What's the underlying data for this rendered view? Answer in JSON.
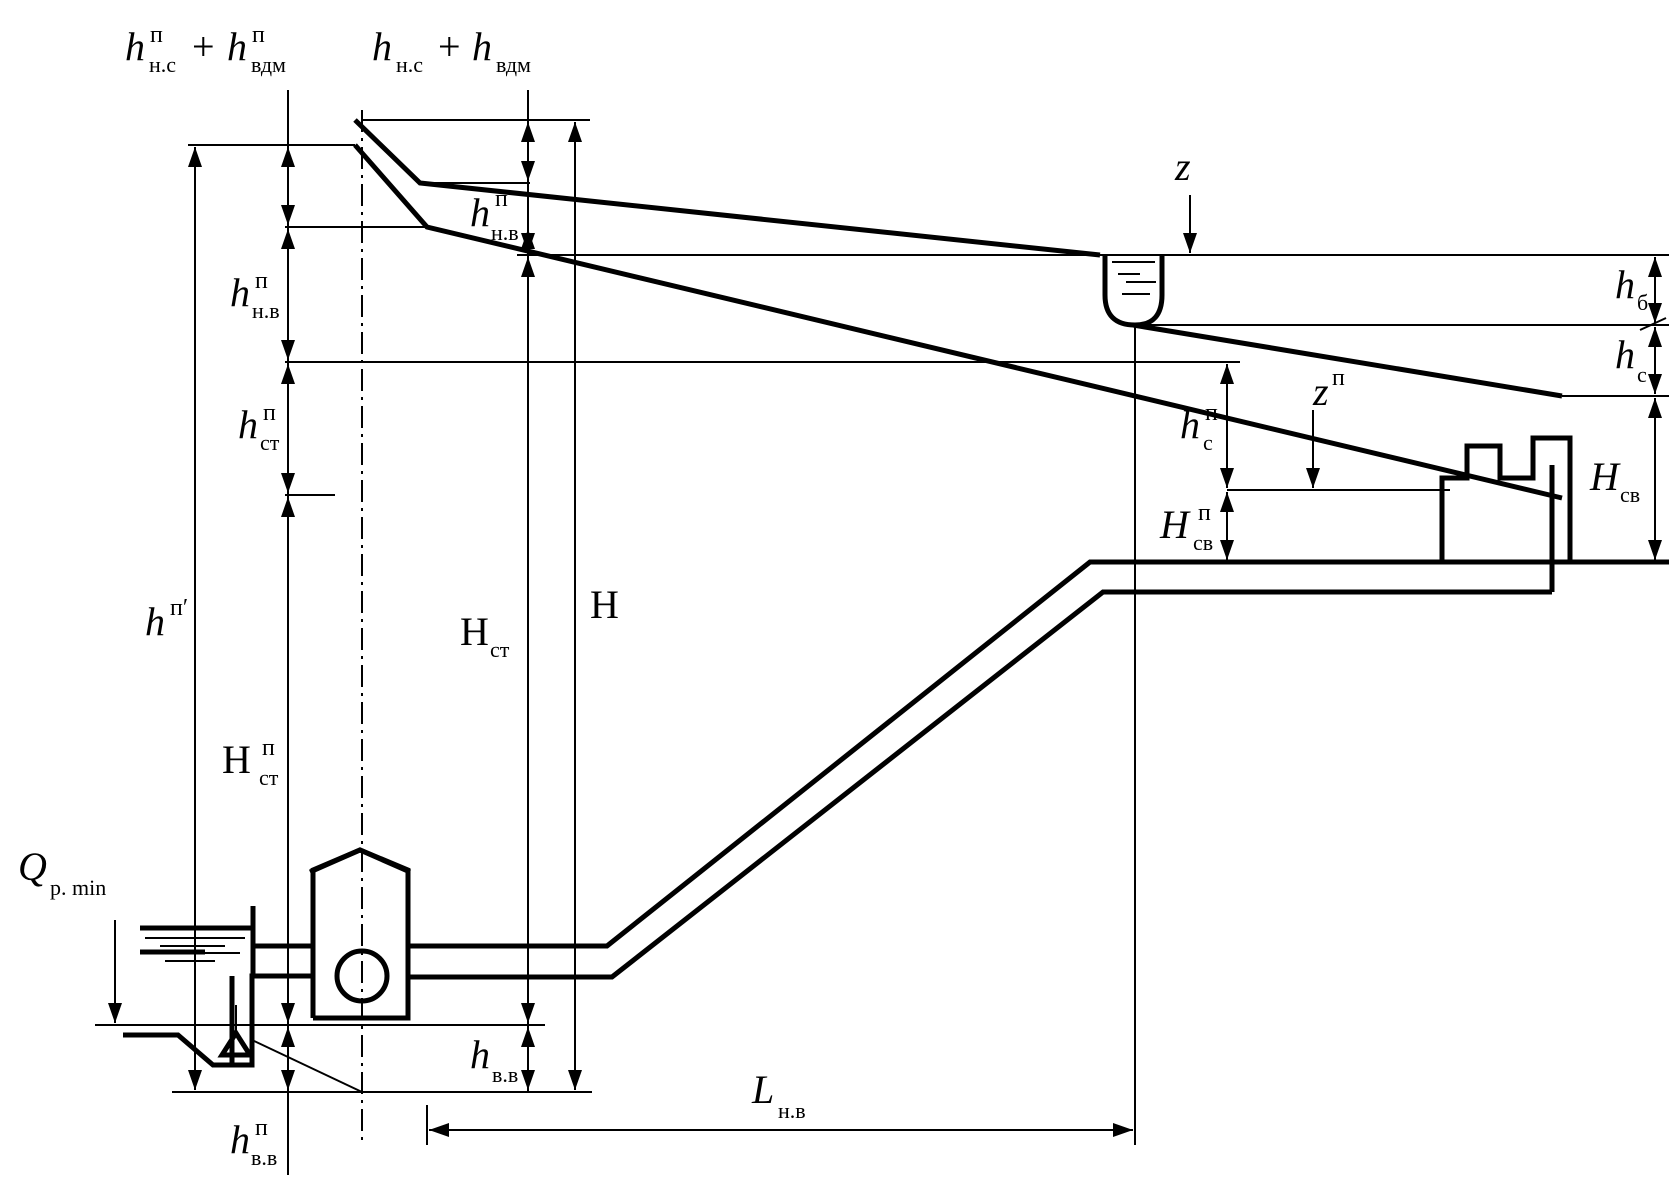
{
  "labels": {
    "top_left_head": {
      "a": "h",
      "a_sup": "п",
      "a_sub": "н.с",
      "plus": "+",
      "b": "h",
      "b_sup": "п",
      "b_sub": "вдм"
    },
    "top_right_head": {
      "a": "h",
      "a_sub": "н.с",
      "plus": "+",
      "b": "h",
      "b_sub": "вдм"
    },
    "h_nv_pipe": {
      "main": "h",
      "sup": "п",
      "sub": "н.в"
    },
    "h_nv_left": {
      "main": "h",
      "sup": "п",
      "sub": "н.в"
    },
    "h_st_p": {
      "main": "h",
      "sup": "п",
      "sub": "ст"
    },
    "h_p_prime": {
      "main": "h",
      "sup": "п′"
    },
    "H_st": {
      "main": "H",
      "sub": "ст"
    },
    "H": {
      "main": "H"
    },
    "H_st_p": {
      "main": "H",
      "sup": "п",
      "sub": "ст"
    },
    "Q_min": {
      "main": "Q",
      "sub": "р. min"
    },
    "h_vv": {
      "main": "h",
      "sub": "в.в"
    },
    "h_vv_p": {
      "main": "h",
      "sup": "п",
      "sub": "в.в"
    },
    "L_nv": {
      "main": "L",
      "sub": "н.в"
    },
    "z": {
      "main": "z"
    },
    "z_p": {
      "main": "z",
      "sup": "п"
    },
    "h_b": {
      "main": "h",
      "sub": "б"
    },
    "h_c": {
      "main": "h",
      "sub": "с"
    },
    "h_c_p": {
      "main": "h",
      "sup": "п",
      "sub": "с"
    },
    "H_sv": {
      "main": "H",
      "sub": "св"
    },
    "H_sv_p": {
      "main": "H",
      "sup": "п",
      "sub": "св"
    }
  },
  "colors": {
    "ink": "#000000",
    "background": "#ffffff"
  },
  "icons": {
    "water_level_marker": "triangle-icon",
    "pump": "circle-icon",
    "tower_tank": "tank-icon",
    "building": "building-icon"
  }
}
